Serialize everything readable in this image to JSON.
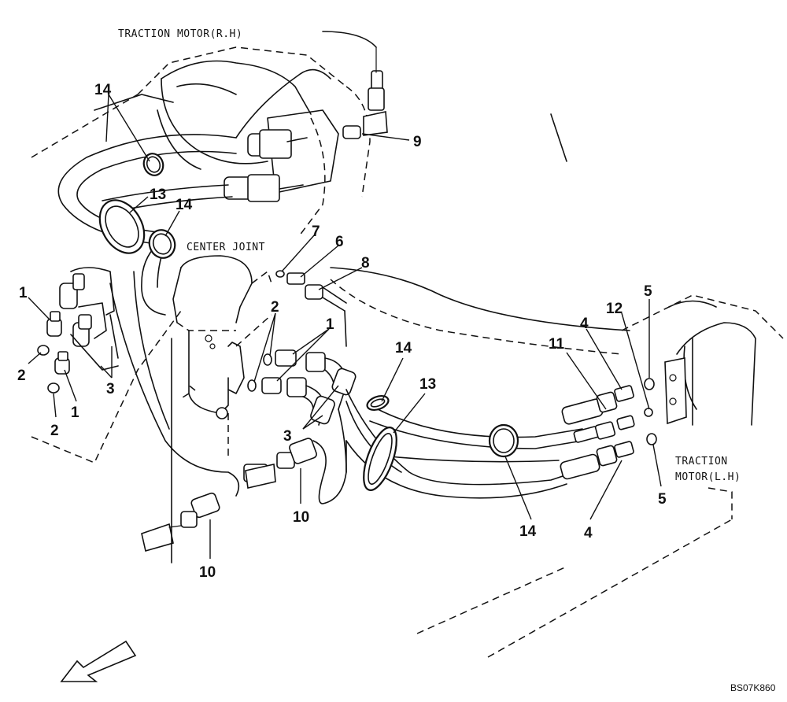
{
  "labels": {
    "traction_motor_rh": "TRACTION MOTOR(R.H)",
    "center_joint": "CENTER JOINT",
    "traction_motor_lh_line1": "TRACTION",
    "traction_motor_lh_line2": "MOTOR(L.H)",
    "drawing_code": "BS07K860"
  },
  "callouts": {
    "c14a": "14",
    "c9": "9",
    "c13a": "13",
    "c14b": "14",
    "c7": "7",
    "c6": "6",
    "c8": "8",
    "c1a": "1",
    "c2a": "2",
    "c3a": "3",
    "c1b": "1",
    "c2b": "2",
    "c2c": "2",
    "c1c": "1",
    "c3b": "3",
    "c14c": "14",
    "c13b": "13",
    "c10a": "10",
    "c10b": "10",
    "c11": "11",
    "c4a": "4",
    "c12": "12",
    "c5a": "5",
    "c5b": "5",
    "c4b": "4",
    "c14d": "14"
  },
  "icons": {
    "direction_arrow": "front-direction-arrow-icon"
  }
}
